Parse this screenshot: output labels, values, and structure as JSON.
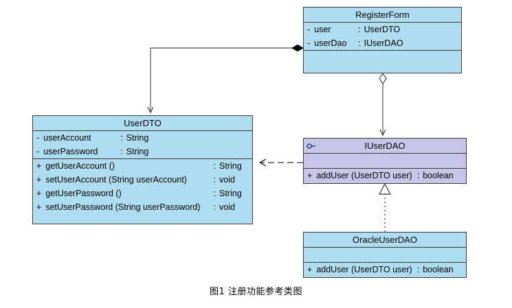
{
  "diagram": {
    "title_caption": "图1  注册功能参考类图",
    "background_color": "#ffffff",
    "class_fill_color": "#aedcf0",
    "interface_fill_color": "#c6c6e8",
    "border_color": "#3b3b3b",
    "line_color": "#5a5a5a"
  },
  "classes": {
    "register_form": {
      "name": "RegisterForm",
      "attributes": [
        {
          "visibility": "-",
          "name": "user",
          "sep": ":",
          "type": "UserDTO"
        },
        {
          "visibility": "-",
          "name": "userDao",
          "sep": ":",
          "type": "IUserDAO"
        }
      ],
      "methods": []
    },
    "user_dto": {
      "name": "UserDTO",
      "attributes": [
        {
          "visibility": "-",
          "name": "userAccount",
          "sep": ":",
          "type": "String"
        },
        {
          "visibility": "-",
          "name": "userPassword",
          "sep": ":",
          "type": "String"
        }
      ],
      "methods": [
        {
          "visibility": "+",
          "signature": "getUserAccount ()",
          "sep": ":",
          "type": "String"
        },
        {
          "visibility": "+",
          "signature": "setUserAccount (String userAccount)",
          "sep": ":",
          "type": "void"
        },
        {
          "visibility": "+",
          "signature": "getUserPassword ()",
          "sep": ":",
          "type": "String"
        },
        {
          "visibility": "+",
          "signature": "setUserPassword (String userPassword)",
          "sep": ":",
          "type": "void"
        }
      ]
    },
    "iuser_dao": {
      "name": "IUserDAO",
      "stereotype_icon": "interface-lollipop-icon",
      "attributes": [],
      "methods": [
        {
          "visibility": "+",
          "signature": "addUser (UserDTO user)",
          "sep": ":",
          "type": "boolean"
        }
      ]
    },
    "oracle_user_dao": {
      "name": "OracleUserDAO",
      "attributes": [],
      "methods": [
        {
          "visibility": "+",
          "signature": "addUser (UserDTO user)",
          "sep": ":",
          "type": "boolean"
        }
      ]
    }
  },
  "relationships": [
    {
      "id": "composition-registerform-userdto",
      "type": "composition",
      "from": "RegisterForm",
      "to": "UserDTO",
      "source_decoration": "filled-diamond",
      "target_decoration": "open-arrow",
      "line_style": "solid"
    },
    {
      "id": "aggregation-registerform-iuserdao",
      "type": "aggregation",
      "from": "RegisterForm",
      "to": "IUserDAO",
      "source_decoration": "hollow-diamond",
      "target_decoration": "open-arrow",
      "line_style": "solid"
    },
    {
      "id": "dependency-iuserdao-userdto",
      "type": "dependency",
      "from": "IUserDAO",
      "to": "UserDTO",
      "source_decoration": "none",
      "target_decoration": "open-arrow",
      "line_style": "dashed"
    },
    {
      "id": "realization-oracleuserdao-iuserdao",
      "type": "realization",
      "from": "OracleUserDAO",
      "to": "IUserDAO",
      "source_decoration": "none",
      "target_decoration": "hollow-triangle",
      "line_style": "dotted"
    }
  ]
}
